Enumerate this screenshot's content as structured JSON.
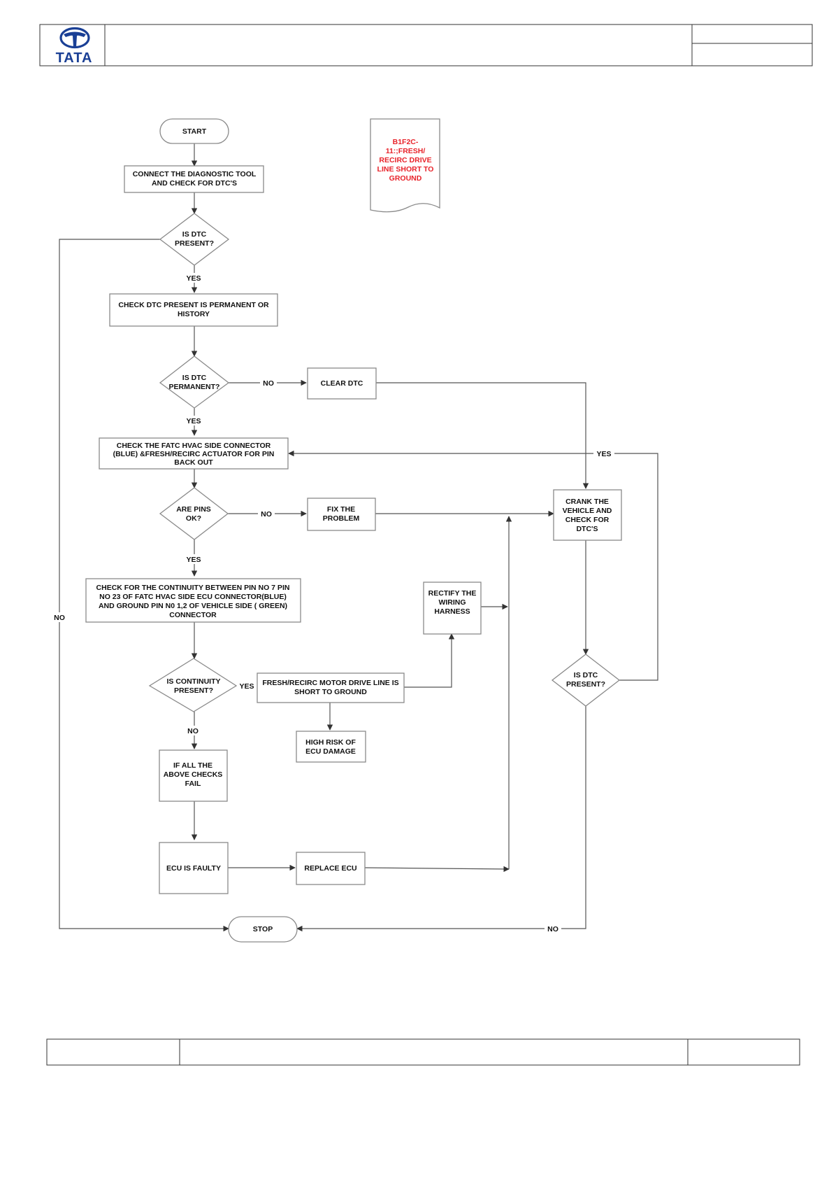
{
  "header": {
    "logo_text": "TATA"
  },
  "tag": {
    "lines": [
      "B1F2C-",
      "11:;FRESH/",
      "RECIRC DRIVE",
      "LINE SHORT TO",
      "GROUND"
    ],
    "color": "#e8232a"
  },
  "nodes": {
    "start": "START",
    "connect": [
      "CONNECT THE DIAGNOSTIC TOOL",
      "AND CHECK FOR  DTC'S"
    ],
    "is_dtc_present_1": [
      "IS  DTC",
      "PRESENT?"
    ],
    "check_permanent": [
      "CHECK DTC  PRESENT IS PERMANENT OR",
      "HISTORY"
    ],
    "is_dtc_permanent": [
      "IS  DTC",
      "PERMANENT?"
    ],
    "clear_dtc": "CLEAR DTC",
    "check_connector": [
      "CHECK THE FATC HVAC SIDE CONNECTOR",
      "(BLUE) &FRESH/RECIRC ACTUATOR FOR PIN",
      "BACK OUT"
    ],
    "are_pins_ok": [
      "ARE PINS",
      "OK?"
    ],
    "fix_problem": [
      "FIX THE",
      "PROBLEM"
    ],
    "crank": [
      "CRANK THE",
      "VEHICLE AND",
      "CHECK FOR",
      "DTC'S"
    ],
    "check_continuity": [
      "CHECK FOR THE CONTINUITY BETWEEN PIN NO  7  PIN",
      "NO 23 OF FATC HVAC SIDE ECU CONNECTOR(BLUE)",
      "AND  GROUND  PIN N0 1,2 OF VEHICLE SIDE ( GREEN)",
      "CONNECTOR"
    ],
    "rectify": [
      "RECTIFY THE",
      "WIRING",
      "HARNESS"
    ],
    "is_continuity": [
      "IS CONTINUITY",
      "PRESENT?"
    ],
    "short_to_ground": [
      "FRESH/RECIRC MOTOR DRIVE LINE IS",
      "SHORT TO GROUND"
    ],
    "high_risk": [
      "HIGH RISK OF",
      "ECU DAMAGE"
    ],
    "is_dtc_present_2": [
      "IS  DTC",
      "PRESENT?"
    ],
    "all_checks_fail": [
      "IF ALL THE",
      "ABOVE CHECKS",
      "FAIL"
    ],
    "ecu_faulty": "ECU IS FAULTY",
    "replace_ecu": "REPLACE ECU",
    "stop": "STOP"
  },
  "edge_labels": {
    "yes": "YES",
    "no": "NO"
  }
}
